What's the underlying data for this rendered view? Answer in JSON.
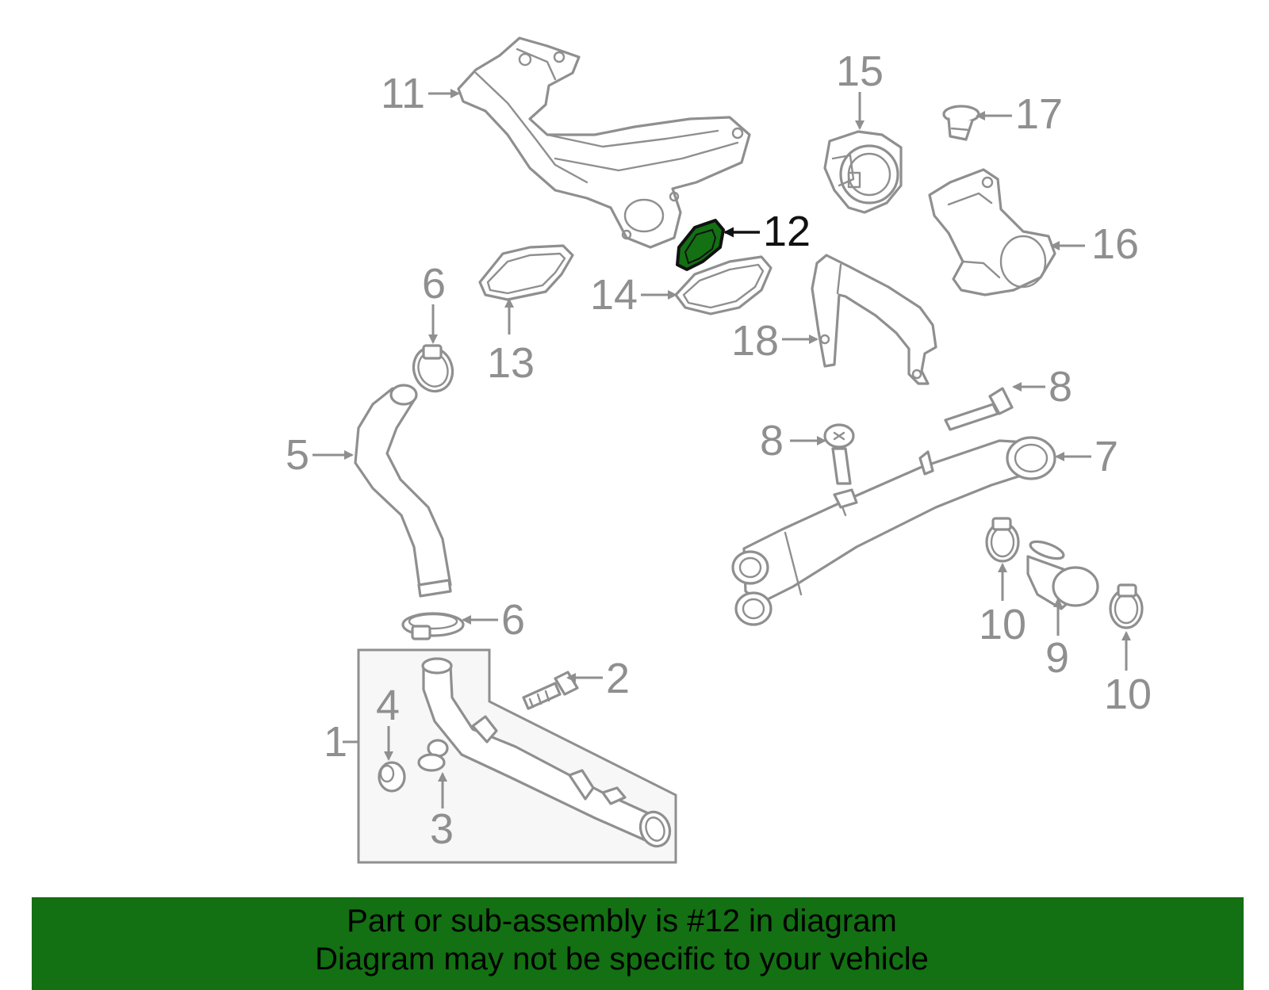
{
  "diagram": {
    "highlight_color": "#137013",
    "highlighted_part": "12",
    "callouts": {
      "p1": "1",
      "p2": "2",
      "p3": "3",
      "p4": "4",
      "p5": "5",
      "p6a": "6",
      "p6b": "6",
      "p7": "7",
      "p8a": "8",
      "p8b": "8",
      "p9": "9",
      "p10a": "10",
      "p10b": "10",
      "p11": "11",
      "p12": "12",
      "p13": "13",
      "p14": "14",
      "p15": "15",
      "p16": "16",
      "p17": "17",
      "p18": "18"
    }
  },
  "banner": {
    "line1": "Part or sub-assembly is #12 in diagram",
    "line2": "Diagram may not be specific to your vehicle",
    "background": "#137013"
  }
}
